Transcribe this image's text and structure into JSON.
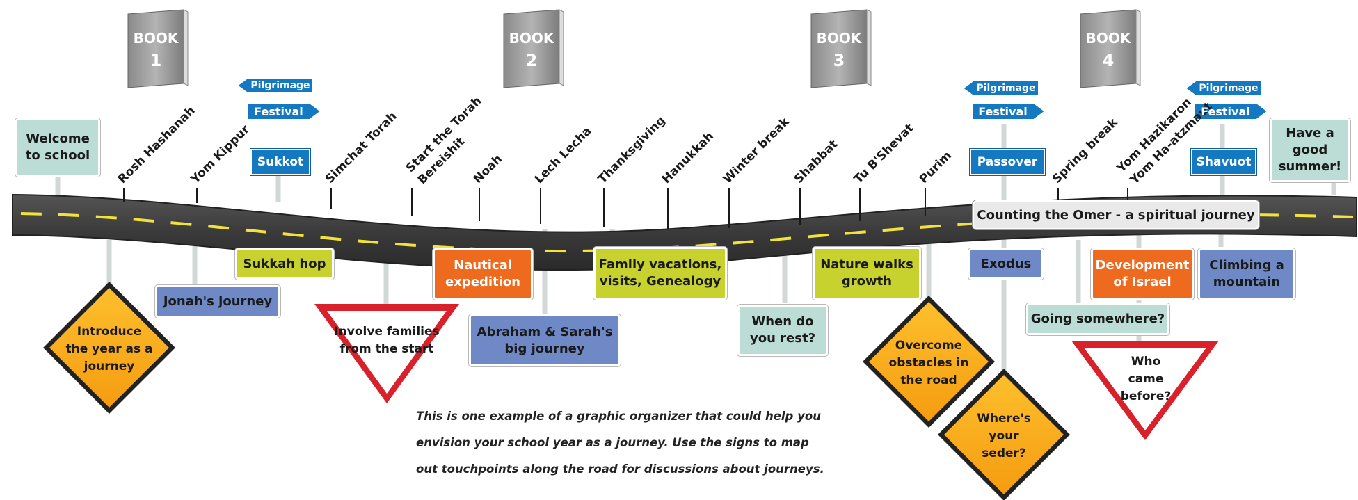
{
  "books": [
    {
      "word": "BOOK",
      "number": "1"
    },
    {
      "word": "BOOK",
      "number": "2"
    },
    {
      "word": "BOOK",
      "number": "3"
    },
    {
      "word": "BOOK",
      "number": "4"
    }
  ],
  "road_labels": [
    {
      "text": "Rosh Hashanah"
    },
    {
      "text": "Yom Kippur"
    },
    {
      "text": "Simchat Torah"
    },
    {
      "text": "Start the Torah"
    },
    {
      "text": "Bereishit"
    },
    {
      "text": "Noah"
    },
    {
      "text": "Lech Lecha"
    },
    {
      "text": "Thanksgiving"
    },
    {
      "text": "Hanukkah"
    },
    {
      "text": "Winter break"
    },
    {
      "text": "Shabbat"
    },
    {
      "text": "Tu B'Shevat"
    },
    {
      "text": "Purim"
    },
    {
      "text": "Spring break"
    },
    {
      "text": "Yom Hazikaron"
    },
    {
      "text": "Yom Ha-atzmaut"
    }
  ],
  "pilgrimage_signs": [
    {
      "arrow": "Pilgrimage",
      "festival": "Festival",
      "holiday": "Sukkot"
    },
    {
      "arrow": "Pilgrimage",
      "festival": "Festival",
      "holiday": "Passover"
    },
    {
      "arrow": "Pilgrimage",
      "festival": "Festival",
      "holiday": "Shavuot"
    }
  ],
  "top_signs": {
    "welcome": "Welcome to school",
    "summer": "Have a good summer!"
  },
  "omer_banner": "Counting the Omer - a spiritual journey",
  "bottom_signs": {
    "sukkah_hop": "Sukkah hop",
    "jonah": "Jonah's journey",
    "nautical": "Nautical expedition",
    "abraham": "Abraham & Sarah's big journey",
    "family": "Family vacations, visits, Genealogy",
    "rest": "When do you rest?",
    "nature": "Nature walks growth",
    "exodus": "Exodus",
    "israel": "Development of Israel",
    "mountain": "Climbing a mountain",
    "going": "Going somewhere?"
  },
  "diamond_signs": {
    "introduce": "Introduce the year as a journey",
    "obstacles": "Overcome obstacles in the road",
    "seder": "Where's your seder?"
  },
  "yield_signs": {
    "families": "Involve families from the start",
    "who": "Who came before?"
  },
  "caption": [
    "This is one example of a graphic organizer that could help you",
    "envision your school year as a journey. Use the signs to map",
    "out touchpoints along the road for discussions about journeys."
  ],
  "colors": {
    "road": "#3d3d3d",
    "road_stripe": "#f2e23a",
    "festival_blue": "#1479c0",
    "warning_orange": "#f8a71c",
    "yield_red": "#d9212c",
    "pole": "#d2d8d6"
  }
}
